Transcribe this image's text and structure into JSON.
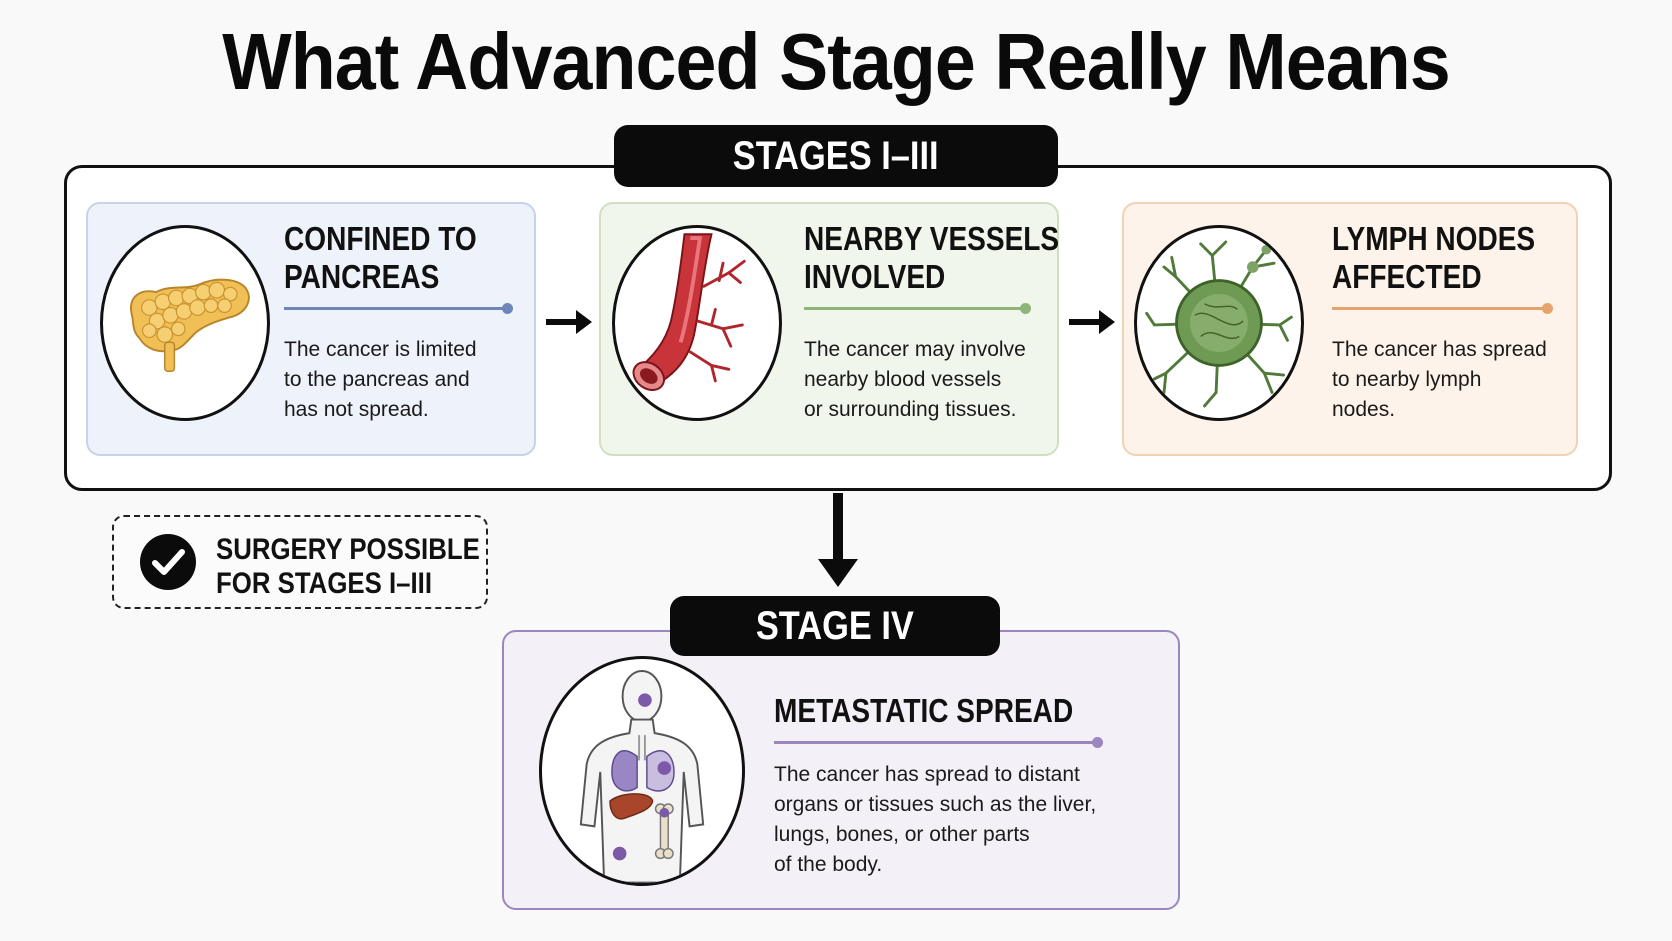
{
  "title": "What Advanced Stage Really Means",
  "stages_group": {
    "label": "STAGES I–III",
    "cards": [
      {
        "title_lines": [
          "CONFINED TO",
          "PANCREAS"
        ],
        "body_lines": [
          "The cancer is limited",
          "to the pancreas and",
          "has not spread."
        ],
        "icon": "pancreas-icon",
        "accent": "#6e86b8"
      },
      {
        "title_lines": [
          "NEARBY VESSELS",
          "INVOLVED"
        ],
        "body_lines": [
          "The cancer may involve",
          "nearby blood vessels",
          "or surrounding tissues."
        ],
        "icon": "blood-vessel-icon",
        "accent": "#8db57a"
      },
      {
        "title_lines": [
          "LYMPH NODES",
          "AFFECTED"
        ],
        "body_lines": [
          "The cancer has spread",
          "to nearby lymph",
          "nodes."
        ],
        "icon": "lymph-node-icon",
        "accent": "#e4a46c"
      }
    ]
  },
  "surgery_note": {
    "lines": [
      "SURGERY POSSIBLE",
      "FOR STAGES I–III"
    ],
    "icon": "checkmark-icon"
  },
  "stage_iv": {
    "label": "STAGE IV",
    "title": "METASTATIC SPREAD",
    "body_lines": [
      "The cancer has spread to distant",
      "organs or tissues such as the liver,",
      "lungs, bones, or other parts",
      "of the body."
    ],
    "icon": "human-body-icon",
    "accent": "#9c86bf"
  }
}
